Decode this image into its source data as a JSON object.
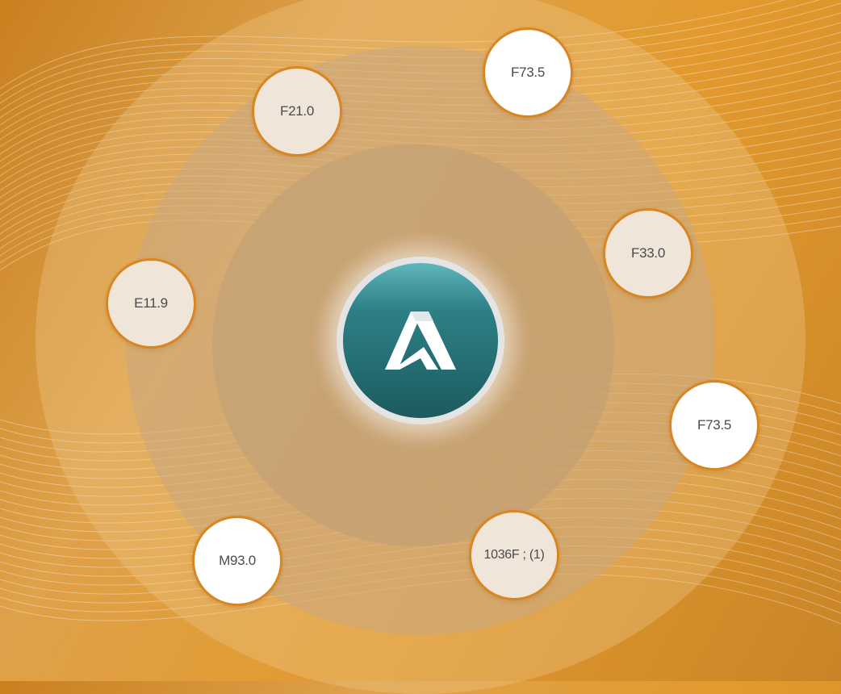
{
  "hub": {
    "icon": "a-logo-icon",
    "color": "#236b70"
  },
  "nodes": [
    {
      "id": "n1",
      "label": "F73.5",
      "style": "white"
    },
    {
      "id": "n2",
      "label": "F21.0",
      "style": "cream"
    },
    {
      "id": "n3",
      "label": "F33.0",
      "style": "cream"
    },
    {
      "id": "n4",
      "label": "E11.9",
      "style": "cream"
    },
    {
      "id": "n5",
      "label": "F73.5",
      "style": "white"
    },
    {
      "id": "n6",
      "label": "M93.0",
      "style": "white"
    },
    {
      "id": "n7",
      "label": "1036F ; (1)",
      "style": "cream"
    }
  ],
  "colors": {
    "node_border": "#d98622",
    "background": "#e29a2e",
    "hub_teal": "#236b70"
  }
}
